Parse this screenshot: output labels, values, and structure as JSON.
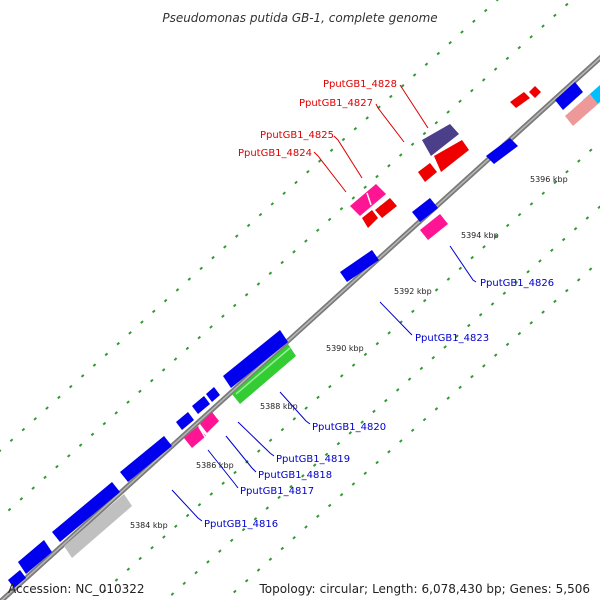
{
  "title": "Pseudomonas putida GB-1, complete genome",
  "footer": {
    "accession_label": "Accession:",
    "accession": "NC_010322",
    "topology_label": "Topology:",
    "topology": "circular;",
    "length_label": "Length:",
    "length": "6,078,430 bp;",
    "genes_label": "Genes:",
    "genes": "5,506"
  },
  "scale_labels": [
    "5384 kbp",
    "5386 kbp",
    "5388 kbp",
    "5390 kbp",
    "5392 kbp",
    "5394 kbp",
    "5396 kbp"
  ],
  "gene_labels": [
    {
      "id": "PputGB1_4828",
      "color": "#dd0000"
    },
    {
      "id": "PputGB1_4827",
      "color": "#dd0000"
    },
    {
      "id": "PputGB1_4825",
      "color": "#dd0000"
    },
    {
      "id": "PputGB1_4824",
      "color": "#dd0000"
    },
    {
      "id": "PputGB1_4826",
      "color": "#0000cc"
    },
    {
      "id": "PputGB1_4823",
      "color": "#0000cc"
    },
    {
      "id": "PputGB1_4820",
      "color": "#0000cc"
    },
    {
      "id": "PputGB1_4819",
      "color": "#0000cc"
    },
    {
      "id": "PputGB1_4818",
      "color": "#0000cc"
    },
    {
      "id": "PputGB1_4817",
      "color": "#0000cc"
    },
    {
      "id": "PputGB1_4816",
      "color": "#0000cc"
    }
  ],
  "colors": {
    "backbone": "#8a8a8a",
    "forward_gene": "#0000ee",
    "reverse_gene": "#ee0000",
    "rna_gene": "#ff1493",
    "highlight_green": "#33cc33",
    "pseudo_gray": "#c0c0c0",
    "dark_purple": "#4b3f8a",
    "cyan": "#00bfff",
    "pink_light": "#ee9999",
    "tick_green": "#339933"
  }
}
